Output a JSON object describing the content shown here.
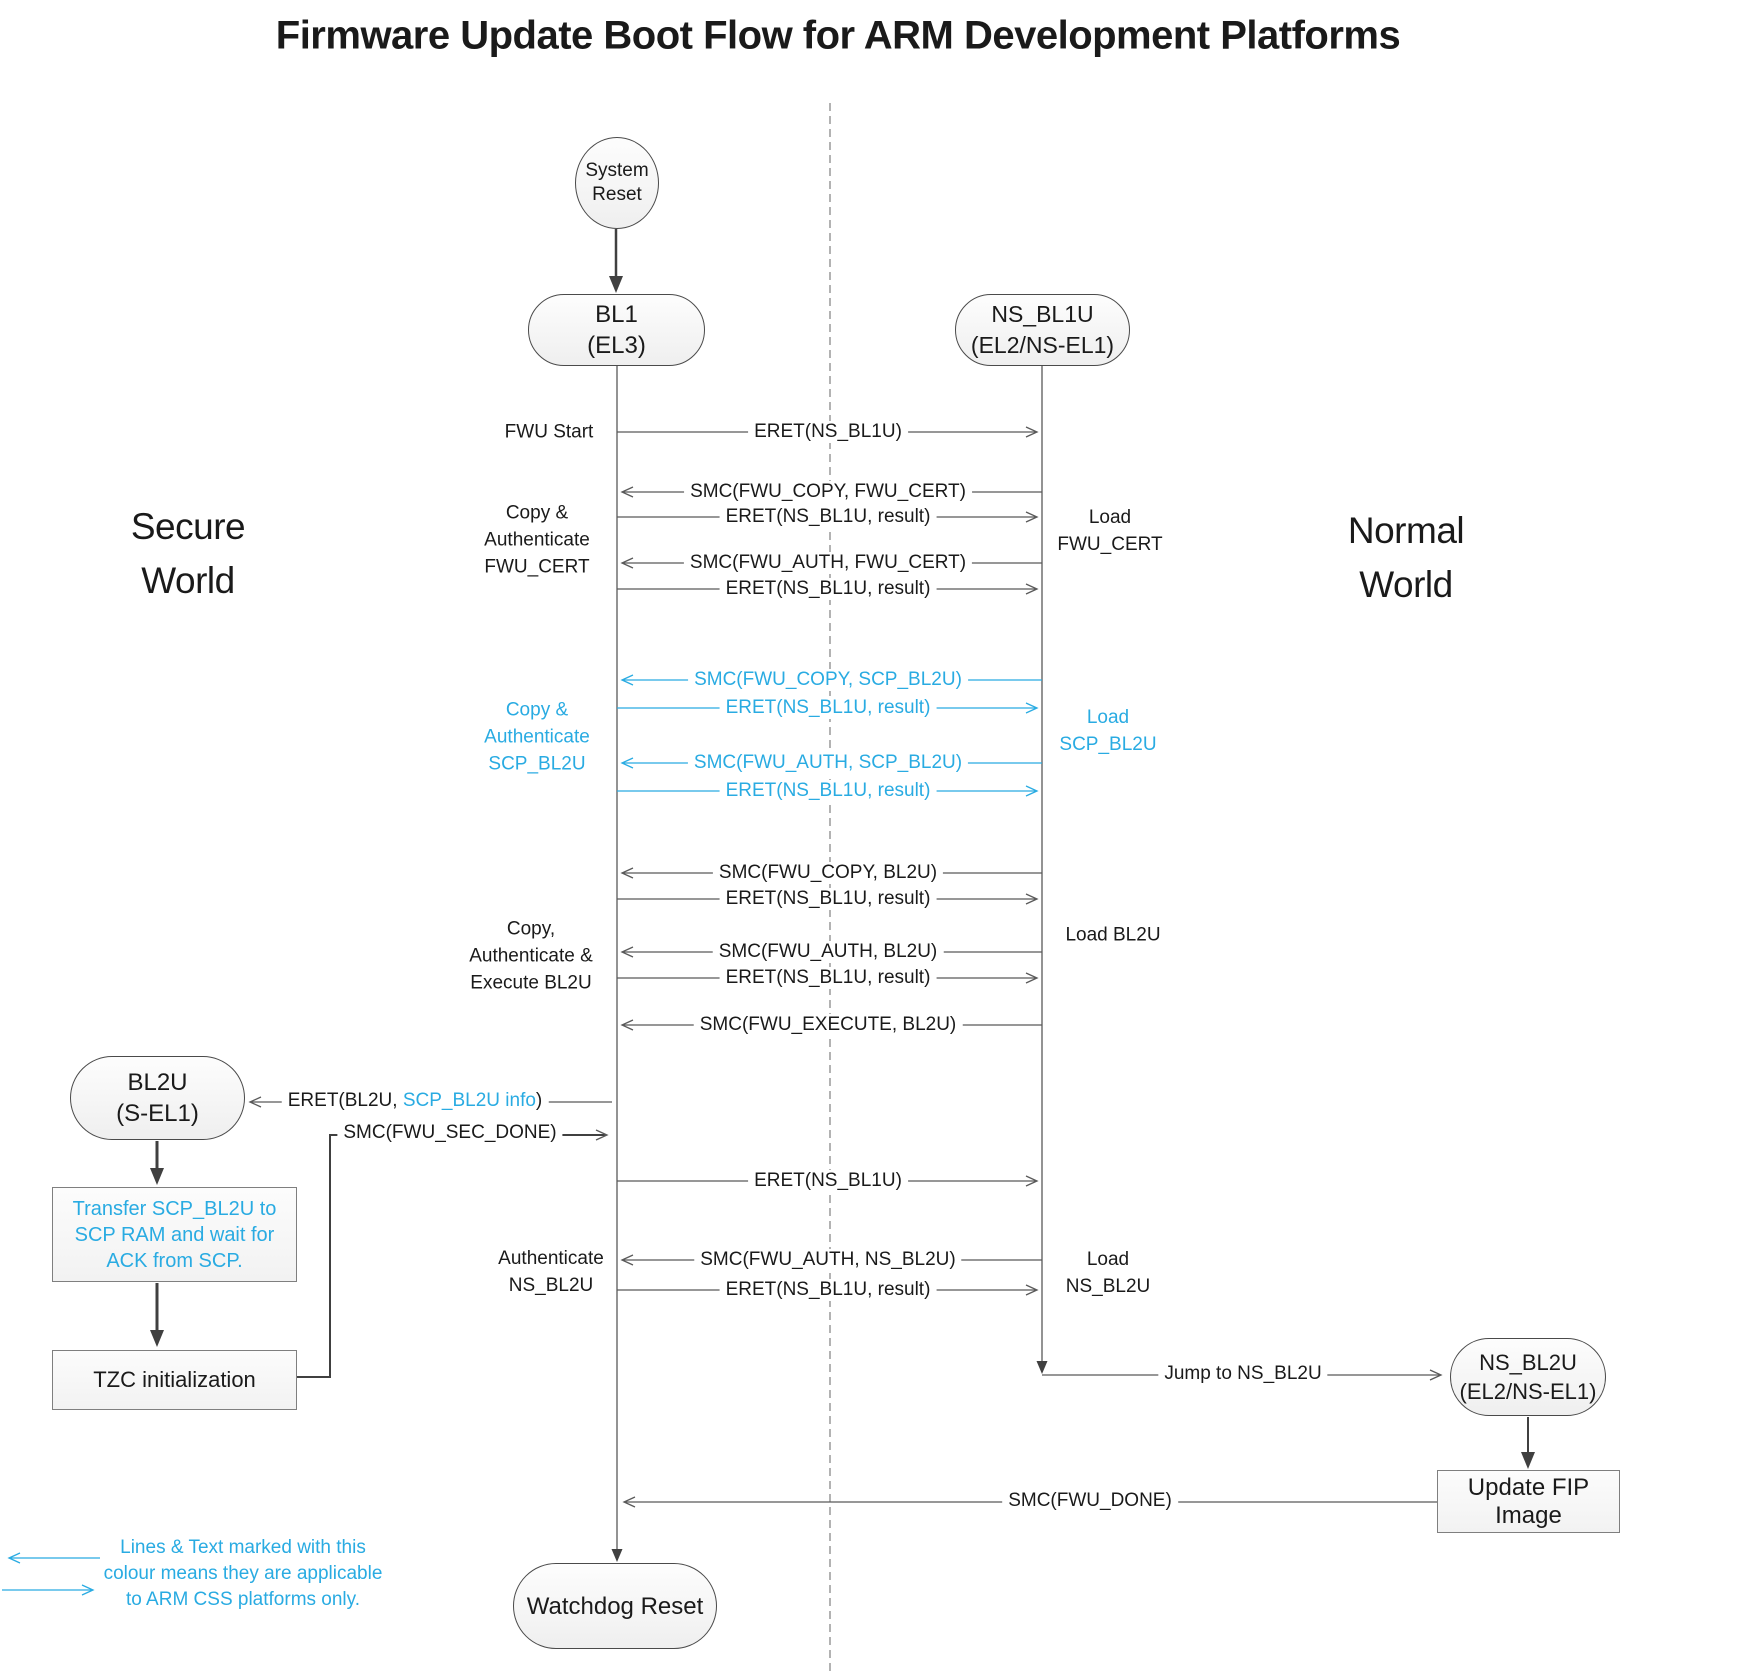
{
  "title": "Firmware Update Boot Flow for ARM Development Platforms",
  "worlds": {
    "secure": "Secure\nWorld",
    "normal": "Normal\nWorld"
  },
  "nodes": {
    "system_reset": "System\nReset",
    "bl1": "BL1\n(EL3)",
    "ns_bl1u": "NS_BL1U\n(EL2/NS-EL1)",
    "bl2u": "BL2U\n(S-EL1)",
    "ns_bl2u": "NS_BL2U\n(EL2/NS-EL1)",
    "watchdog_reset": "Watchdog Reset",
    "transfer_scp": "Transfer SCP_BL2U to\nSCP RAM and wait for\nACK from SCP.",
    "tzc_init": "TZC initialization",
    "update_fip": "Update FIP Image"
  },
  "messages": {
    "eret_ns_bl1u_1": "ERET(NS_BL1U)",
    "smc_copy_fwu_cert": "SMC(FWU_COPY, FWU_CERT)",
    "eret_result_1": "ERET(NS_BL1U, result)",
    "smc_auth_fwu_cert": "SMC(FWU_AUTH, FWU_CERT)",
    "eret_result_2": "ERET(NS_BL1U, result)",
    "smc_copy_scp_bl2u": "SMC(FWU_COPY, SCP_BL2U)",
    "eret_result_3": "ERET(NS_BL1U, result)",
    "smc_auth_scp_bl2u": "SMC(FWU_AUTH, SCP_BL2U)",
    "eret_result_4": "ERET(NS_BL1U, result)",
    "smc_copy_bl2u": "SMC(FWU_COPY, BL2U)",
    "eret_result_5": "ERET(NS_BL1U, result)",
    "smc_auth_bl2u": "SMC(FWU_AUTH, BL2U)",
    "eret_result_6": "ERET(NS_BL1U, result)",
    "smc_execute_bl2u": "SMC(FWU_EXECUTE, BL2U)",
    "eret_bl2u_prefix": "ERET(BL2U, ",
    "eret_bl2u_info": "SCP_BL2U info",
    "eret_bl2u_suffix": ")",
    "smc_sec_done": "SMC(FWU_SEC_DONE)",
    "eret_ns_bl1u_2": "ERET(NS_BL1U)",
    "smc_auth_ns_bl2u": "SMC(FWU_AUTH, NS_BL2U)",
    "eret_result_7": "ERET(NS_BL1U, result)",
    "jump_ns_bl2u": "Jump to NS_BL2U",
    "smc_fwu_done": "SMC(FWU_DONE)"
  },
  "side_labels": {
    "fwu_start": "FWU Start",
    "copy_auth_fwu_cert": "Copy &\nAuthenticate\nFWU_CERT",
    "copy_auth_scp_bl2u": "Copy &\nAuthenticate\nSCP_BL2U",
    "copy_auth_exec_bl2u": "Copy,\nAuthenticate &\nExecute BL2U",
    "authenticate_ns_bl2u": "Authenticate\nNS_BL2U",
    "load_fwu_cert": "Load\nFWU_CERT",
    "load_scp_bl2u": "Load\nSCP_BL2U",
    "load_bl2u": "Load BL2U",
    "load_ns_bl2u": "Load\nNS_BL2U"
  },
  "legend": {
    "text": "Lines & Text marked with this\ncolour means they are applicable\nto ARM CSS platforms only."
  },
  "colors": {
    "css_blue": "#29ABE2",
    "line_gray": "#595959",
    "text": "#1a1a1a"
  }
}
